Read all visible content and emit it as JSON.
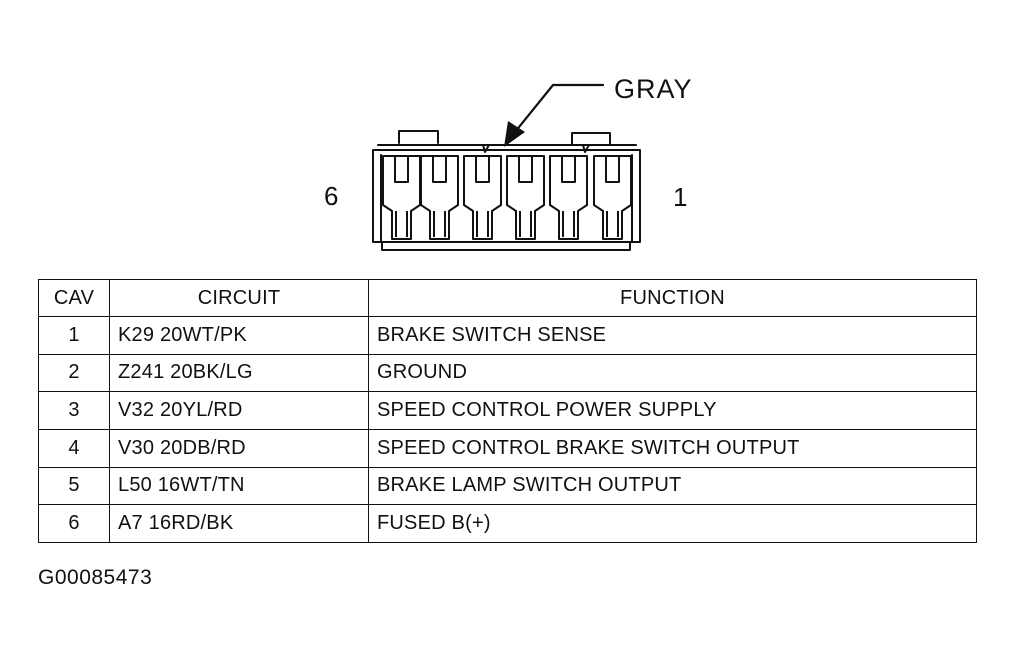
{
  "connector": {
    "color_callout": "GRAY",
    "left_cavity_label": "6",
    "right_cavity_label": "1"
  },
  "table": {
    "headers": {
      "cav": "CAV",
      "circuit": "CIRCUIT",
      "function": "FUNCTION"
    },
    "rows": [
      {
        "cav": "1",
        "circuit": "K29 20WT/PK",
        "function": "BRAKE SWITCH SENSE"
      },
      {
        "cav": "2",
        "circuit": "Z241 20BK/LG",
        "function": "GROUND"
      },
      {
        "cav": "3",
        "circuit": "V32 20YL/RD",
        "function": "SPEED CONTROL POWER SUPPLY"
      },
      {
        "cav": "4",
        "circuit": "V30 20DB/RD",
        "function": "SPEED CONTROL BRAKE SWITCH OUTPUT"
      },
      {
        "cav": "5",
        "circuit": "L50 16WT/TN",
        "function": "BRAKE LAMP SWITCH OUTPUT"
      },
      {
        "cav": "6",
        "circuit": "A7 16RD/BK",
        "function": "FUSED B(+)"
      }
    ]
  },
  "figure_id": "G00085473",
  "colors": {
    "ink": "#111111",
    "background": "#ffffff"
  }
}
